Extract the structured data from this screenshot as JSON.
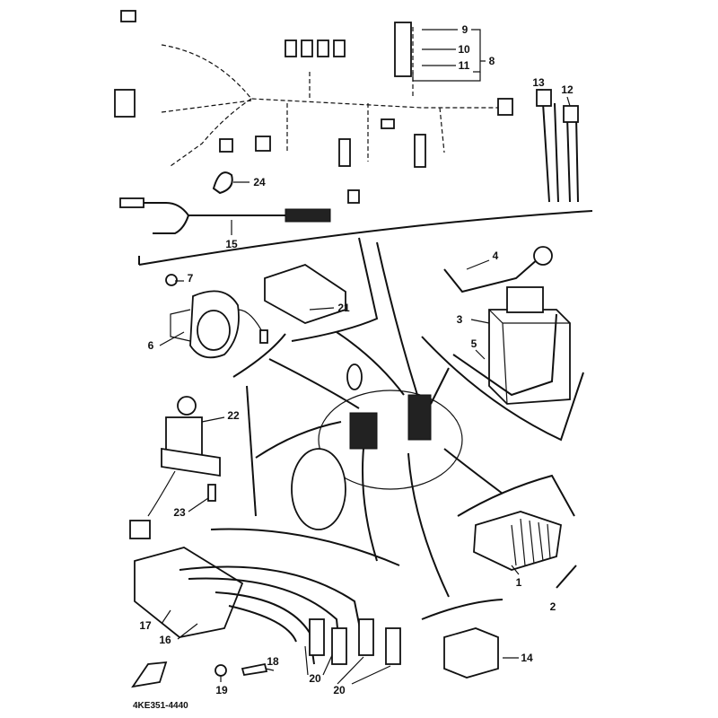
{
  "diagram": {
    "title_code": "4KE351-4440",
    "callouts": {
      "c1": "1",
      "c2": "2",
      "c3": "3",
      "c4": "4",
      "c5": "5",
      "c6": "6",
      "c7": "7",
      "c8": "8",
      "c9": "9",
      "c10": "10",
      "c11": "11",
      "c12": "12",
      "c13": "13",
      "c14": "14",
      "c15": "15",
      "c16": "16",
      "c17": "17",
      "c18": "18",
      "c19": "19",
      "c20a": "20",
      "c20b": "20",
      "c21": "21",
      "c22": "22",
      "c23": "23",
      "c24": "24"
    }
  }
}
